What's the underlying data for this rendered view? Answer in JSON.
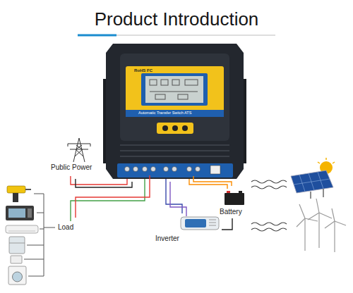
{
  "diagram": {
    "title": "Product Introduction",
    "nodes": [
      {
        "text": [
          "RoHS FC",
          "Automatic Transfer Switch ATS"
        ]
      },
      {
        "text": [
          "Public Power"
        ]
      },
      {
        "text": [
          "Load"
        ]
      },
      {
        "text": [
          "Inverter"
        ]
      },
      {
        "text": [
          "Battery"
        ]
      }
    ],
    "edges": [
      {
        "from": 1,
        "to": 0,
        "arrow": "none"
      },
      {
        "from": 0,
        "to": 2,
        "arrow": "none"
      },
      {
        "from": 0,
        "to": 3,
        "arrow": "none"
      },
      {
        "from": 0,
        "to": 4,
        "arrow": "none"
      },
      {
        "from": 4,
        "to": 3,
        "arrow": "none"
      }
    ]
  }
}
